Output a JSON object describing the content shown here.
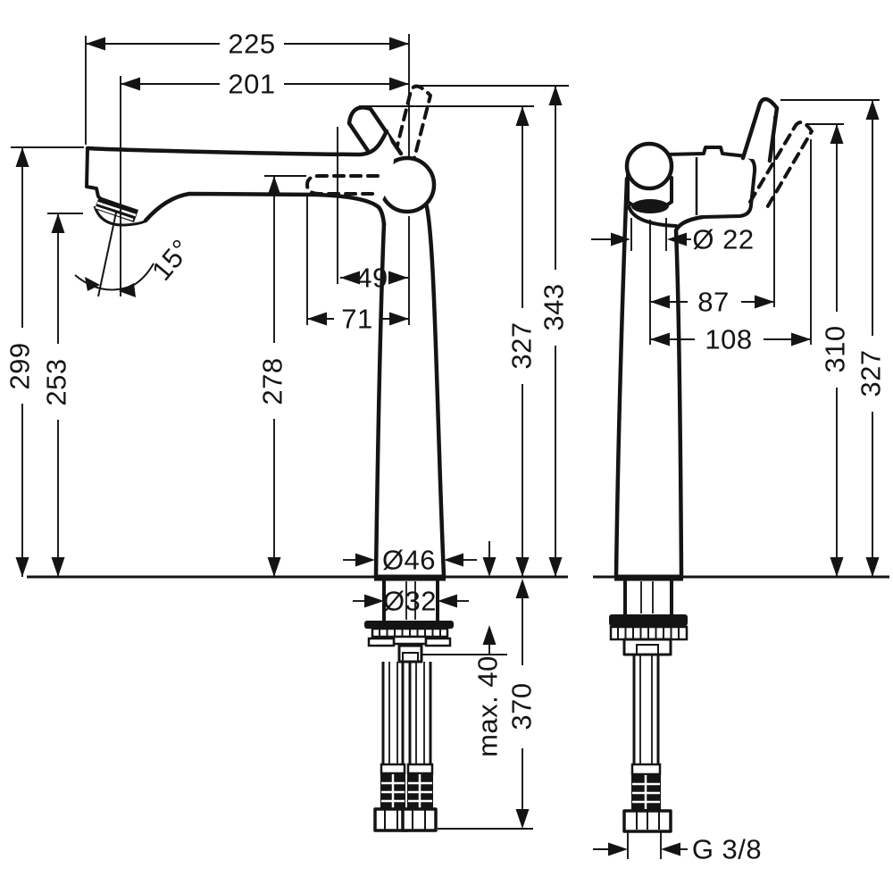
{
  "front_view": {
    "overall_depth": "225",
    "spout_reach": "201",
    "spout_height": "299",
    "aerator_height": "253",
    "spout_angle": "15°",
    "handle_offset": "49",
    "handle_center_offset": "71",
    "handle_axis_height": "278",
    "handle_top_height": "327",
    "max_height": "343",
    "base_diameter": "Ø46",
    "shank_diameter": "Ø32",
    "max_deck_thickness": "max. 40",
    "hose_length_below_deck": "370"
  },
  "side_view": {
    "spout_outlet_diameter": "Ø 22",
    "handle_offset_87": "87",
    "handle_offset_108": "108",
    "handle_height_310": "310",
    "handle_height_327": "327",
    "connection_thread": "G 3/8"
  }
}
